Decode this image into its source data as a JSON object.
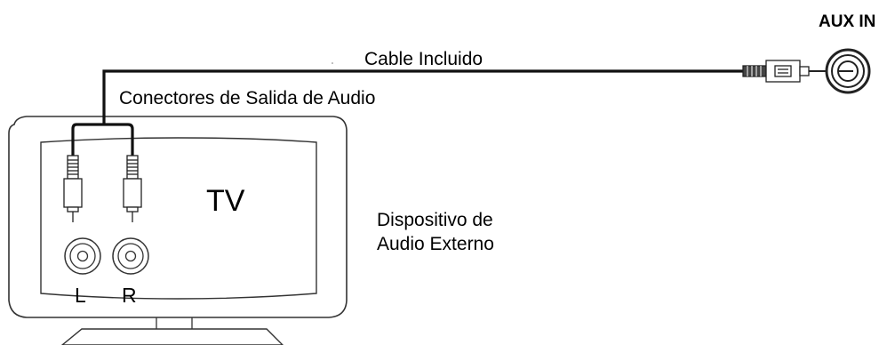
{
  "labels": {
    "aux_in": "AUX IN",
    "cable": "Cable Incluido",
    "connectors": "Conectores de Salida de Audio",
    "tv": "TV",
    "device_line1": "Dispositivo de",
    "device_line2": "Audio Externo",
    "left": "L",
    "right": "R"
  }
}
